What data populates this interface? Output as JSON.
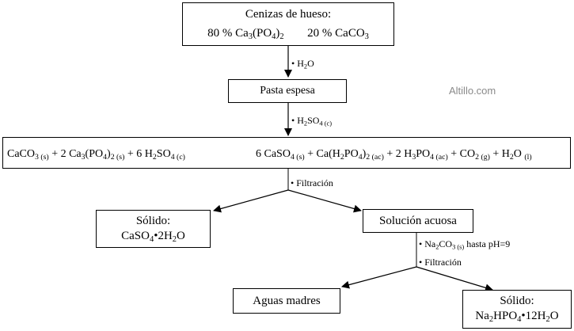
{
  "top_box": {
    "title": "Cenizas de hueso:",
    "comp1": {
      "pct": "80 % ",
      "f1": "Ca",
      "s1": "3",
      "f2": "(PO",
      "s2": "4",
      "f3": ")",
      "s3": "2"
    },
    "comp2": {
      "pct": "20 % ",
      "f1": "CaCO",
      "s1": "3"
    }
  },
  "step1": {
    "bullet": "• ",
    "f1": "H",
    "s1": "2",
    "f2": "O"
  },
  "box2": {
    "label": "Pasta espesa"
  },
  "step2": {
    "bullet": "• ",
    "f1": "H",
    "s1": "2",
    "f2": "SO",
    "s2": "4 (c)"
  },
  "watermark": "Altillo.com",
  "reaction": {
    "r1": "CaCO",
    "r1s": "3 (s)",
    "r2a": " + 2 Ca",
    "r2b": "3",
    "r2c": "(PO",
    "r2d": "4",
    "r2e": ")",
    "r2f": "2 (s)",
    "r3a": " + 6 H",
    "r3b": "2",
    "r3c": "SO",
    "r3d": "4 (c)",
    "p1a": "6 CaSO",
    "p1b": "4 (s)",
    "p2a": " + Ca(H",
    "p2b": "2",
    "p2c": "PO",
    "p2d": "4",
    "p2e": ")",
    "p2f": "2 (ac)",
    "p3a": " + 2 H",
    "p3b": "3",
    "p3c": "PO",
    "p3d": "4 (ac)",
    "p4a": " + CO",
    "p4b": "2 (g)",
    "p5a": " + H",
    "p5b": "2",
    "p5c": "O",
    "p5d": "(l)"
  },
  "step3": {
    "label": "• Filtración"
  },
  "solid1": {
    "title": "Sólido:",
    "f1": "CaSO",
    "s1": "4",
    "f2": "•2H",
    "s2": "2",
    "f3": "O"
  },
  "solution": {
    "label": "Solución acuosa"
  },
  "step4": {
    "bullet": "• ",
    "f1": "Na",
    "s1": "2",
    "f2": "CO",
    "s2": "3 (s)",
    "f3": " hasta pH=9"
  },
  "step5": {
    "label": "• Filtración"
  },
  "mother": {
    "label": "Aguas madres"
  },
  "solid2": {
    "title": "Sólido:",
    "f1": "Na",
    "s1": "2",
    "f2": "HPO",
    "s2": "4",
    "f3": "•12H",
    "s3": "2",
    "f4": "O"
  }
}
